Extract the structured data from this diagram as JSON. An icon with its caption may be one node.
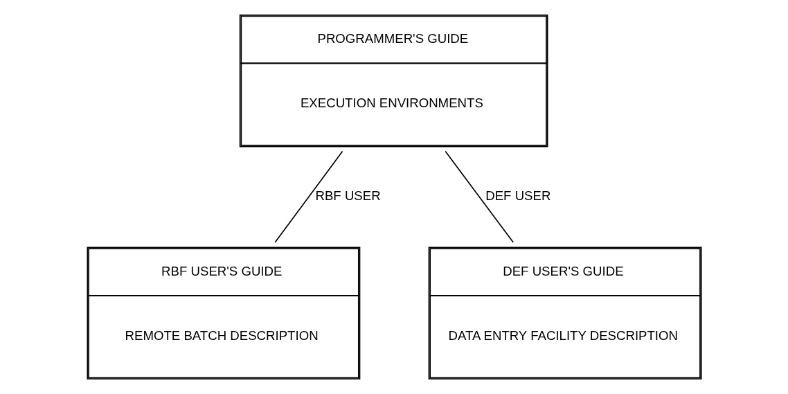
{
  "diagram": {
    "nodes": [
      {
        "text": [
          "PROGRAMMER'S GUIDE",
          "EXECUTION ENVIRONMENTS"
        ]
      },
      {
        "text": [
          "RBF USER'S GUIDE",
          "REMOTE BATCH DESCRIPTION"
        ]
      },
      {
        "text": [
          "DEF USER'S GUIDE",
          "DATA ENTRY FACILITY DESCRIPTION"
        ]
      }
    ],
    "edges": [
      {
        "from": 0,
        "to": 1,
        "arrow": "none",
        "label": "RBF USER"
      },
      {
        "from": 0,
        "to": 2,
        "arrow": "none",
        "label": "DEF USER"
      }
    ]
  }
}
